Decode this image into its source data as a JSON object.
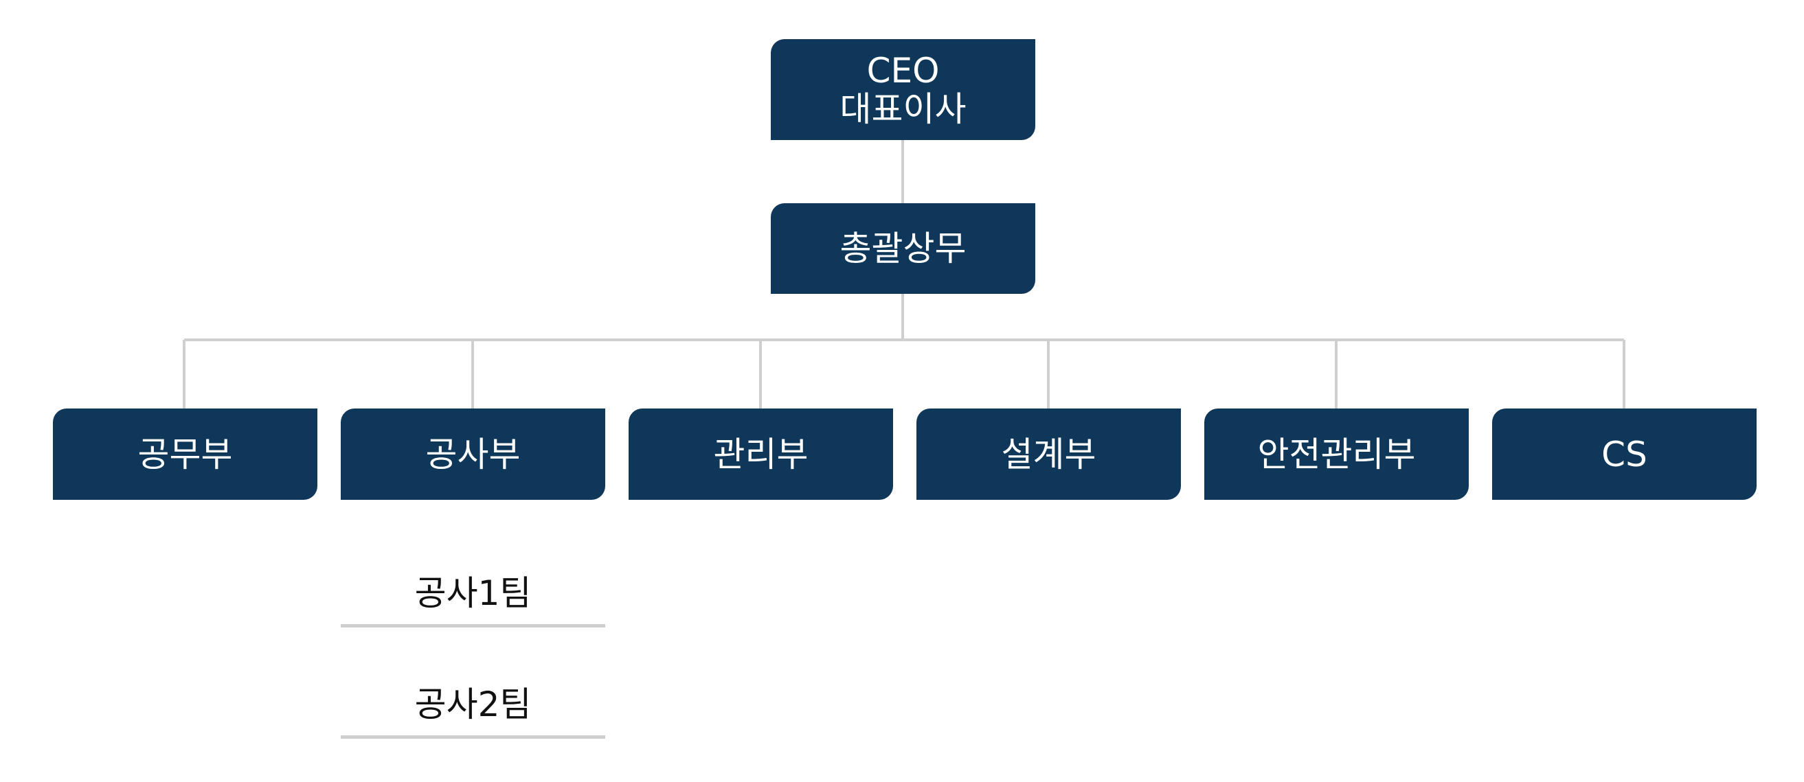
{
  "colors": {
    "node_fill": "#0e3759",
    "node_text": "#ffffff",
    "connector": "#cfcfcf",
    "subteam_text": "#111111"
  },
  "ceo": {
    "line1": "CEO",
    "line2": "대표이사"
  },
  "general_manager": {
    "label": "총괄상무"
  },
  "departments": [
    {
      "label": "공무부"
    },
    {
      "label": "공사부"
    },
    {
      "label": "관리부"
    },
    {
      "label": "설계부"
    },
    {
      "label": "안전관리부"
    },
    {
      "label": "CS"
    }
  ],
  "subteams": [
    {
      "label": "공사1팀"
    },
    {
      "label": "공사2팀"
    }
  ]
}
